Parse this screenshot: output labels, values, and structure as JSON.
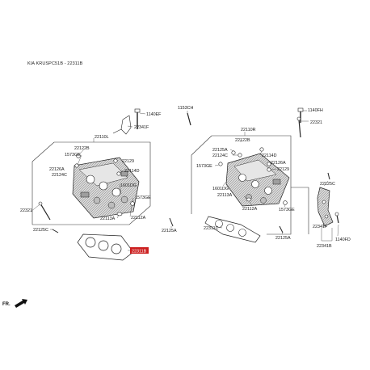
{
  "header": {
    "title": "KIA KRUSPC51B - 22311B"
  },
  "front_label": "FR.",
  "highlight_color": "#cc1f1f",
  "left_labels": {
    "bolt_top": "1140EF",
    "bracket": "22341F",
    "head_asm": "22110L",
    "plug_a": "22122B",
    "gasket_plug": "1573GE",
    "plug_b": "22129",
    "plug_c": "22126A",
    "plug_d": "22124C",
    "plug_e": "22114D",
    "dowel": "1601DG",
    "gasket_plug_2": "1573GE",
    "bolt_left": "22321",
    "seal": "22113A",
    "plug_f": "22112A",
    "stud": "22125C",
    "stud_b": "22125A",
    "gasket_part": "22311B"
  },
  "right_labels": {
    "pin": "1153CH",
    "bolt_top": "1140FH",
    "bolt_long": "22321",
    "head_asm": "22110R",
    "plug_a": "22125A",
    "plug_b": "22124C",
    "plug_c": "22122B",
    "plug_d": "22114D",
    "gasket_plug": "1573GE",
    "plug_e": "22126A",
    "plug_f": "22129",
    "dowel": "1601DG",
    "seal": "22113A",
    "plug_g": "22112A",
    "gasket_plug_2": "1573GE",
    "stud": "22125C",
    "gasket": "22311C",
    "stud_b": "22125A",
    "bracket": "22341F",
    "bolt_short": "1140FD",
    "bracket_asm": "22341B"
  }
}
